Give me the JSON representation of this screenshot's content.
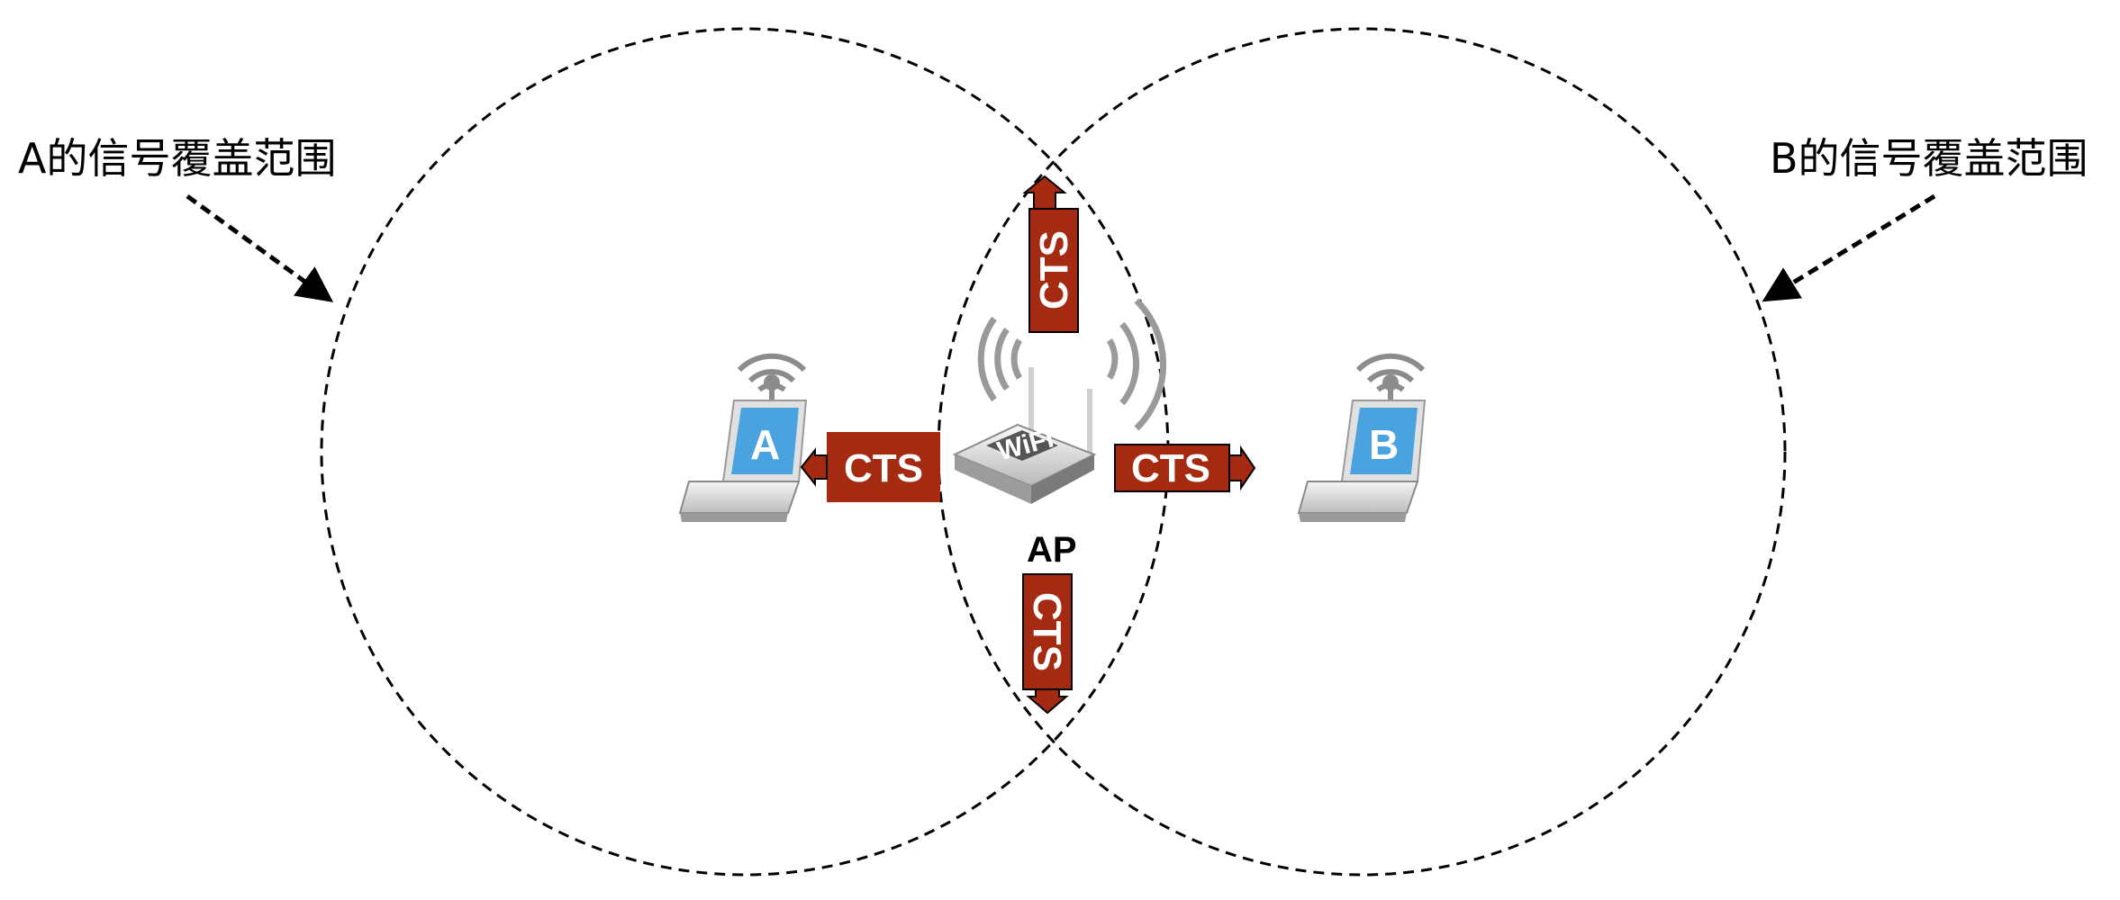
{
  "coverage": {
    "a_label": "A的信号覆盖范围",
    "b_label": "B的信号覆盖范围"
  },
  "devices": {
    "ap_label": "AP",
    "laptop_a_letter": "A",
    "laptop_b_letter": "B",
    "router_badge": "WiFi"
  },
  "cts": {
    "up": "CTS",
    "down": "CTS",
    "left": "CTS",
    "right": "CTS"
  },
  "colors": {
    "cts_fill": "#a52a12",
    "circle_stroke": "#000000",
    "screen_blue": "#4aa3df",
    "signal_gray": "#8c8c8c"
  }
}
